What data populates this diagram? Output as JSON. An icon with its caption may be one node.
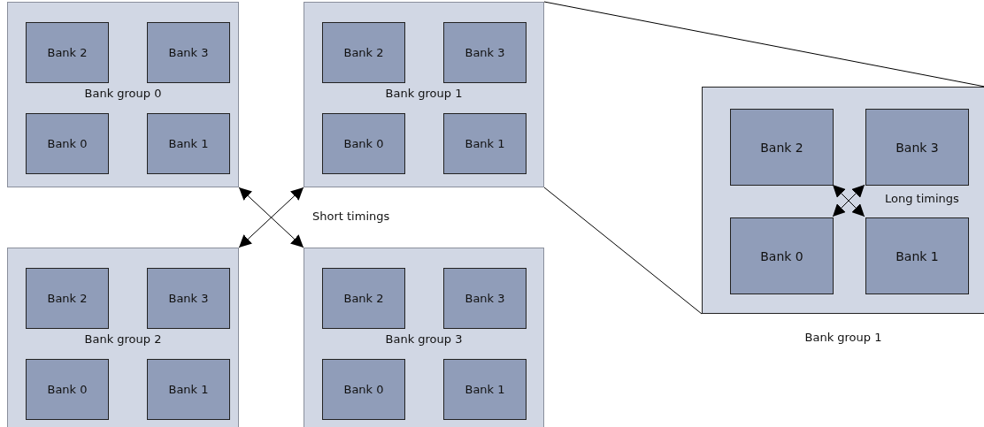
{
  "diagram": {
    "nodes": [
      {
        "text": [
          "Bank group 0"
        ]
      },
      {
        "text": [
          "Bank 2"
        ],
        "in": 0
      },
      {
        "text": [
          "Bank 3"
        ],
        "in": 0
      },
      {
        "text": [
          "Bank 0"
        ],
        "in": 0
      },
      {
        "text": [
          "Bank 1"
        ],
        "in": 0
      },
      {
        "text": [
          "Bank group 1"
        ]
      },
      {
        "text": [
          "Bank 2"
        ],
        "in": 5
      },
      {
        "text": [
          "Bank 3"
        ],
        "in": 5
      },
      {
        "text": [
          "Bank 0"
        ],
        "in": 5
      },
      {
        "text": [
          "Bank 1"
        ],
        "in": 5
      },
      {
        "text": [
          "Bank group 2"
        ]
      },
      {
        "text": [
          "Bank 2"
        ],
        "in": 10
      },
      {
        "text": [
          "Bank 3"
        ],
        "in": 10
      },
      {
        "text": [
          "Bank 0"
        ],
        "in": 10
      },
      {
        "text": [
          "Bank 1"
        ],
        "in": 10
      },
      {
        "text": [
          "Bank group 3"
        ]
      },
      {
        "text": [
          "Bank 2"
        ],
        "in": 15
      },
      {
        "text": [
          "Bank 3"
        ],
        "in": 15
      },
      {
        "text": [
          "Bank 0"
        ],
        "in": 15
      },
      {
        "text": [
          "Bank 1"
        ],
        "in": 15
      },
      {
        "text": [
          "Bank group 1"
        ]
      },
      {
        "text": [
          "Bank 2"
        ],
        "in": 20
      },
      {
        "text": [
          "Bank 3"
        ],
        "in": 20
      },
      {
        "text": [
          "Bank 0"
        ],
        "in": 20
      },
      {
        "text": [
          "Bank 1"
        ],
        "in": 20
      }
    ],
    "edges": [
      {
        "from": 0,
        "to": 15,
        "arrow": "both"
      },
      {
        "from": 5,
        "to": 10,
        "arrow": "both"
      },
      {
        "from": 21,
        "to": 24,
        "arrow": "both"
      },
      {
        "from": 22,
        "to": 23,
        "arrow": "both"
      },
      {
        "from": 5,
        "to": 20,
        "arrow": "none"
      },
      {
        "from": 5,
        "to": 20,
        "arrow": "none"
      }
    ],
    "labels": [
      "Short timings",
      "Long timings"
    ]
  }
}
